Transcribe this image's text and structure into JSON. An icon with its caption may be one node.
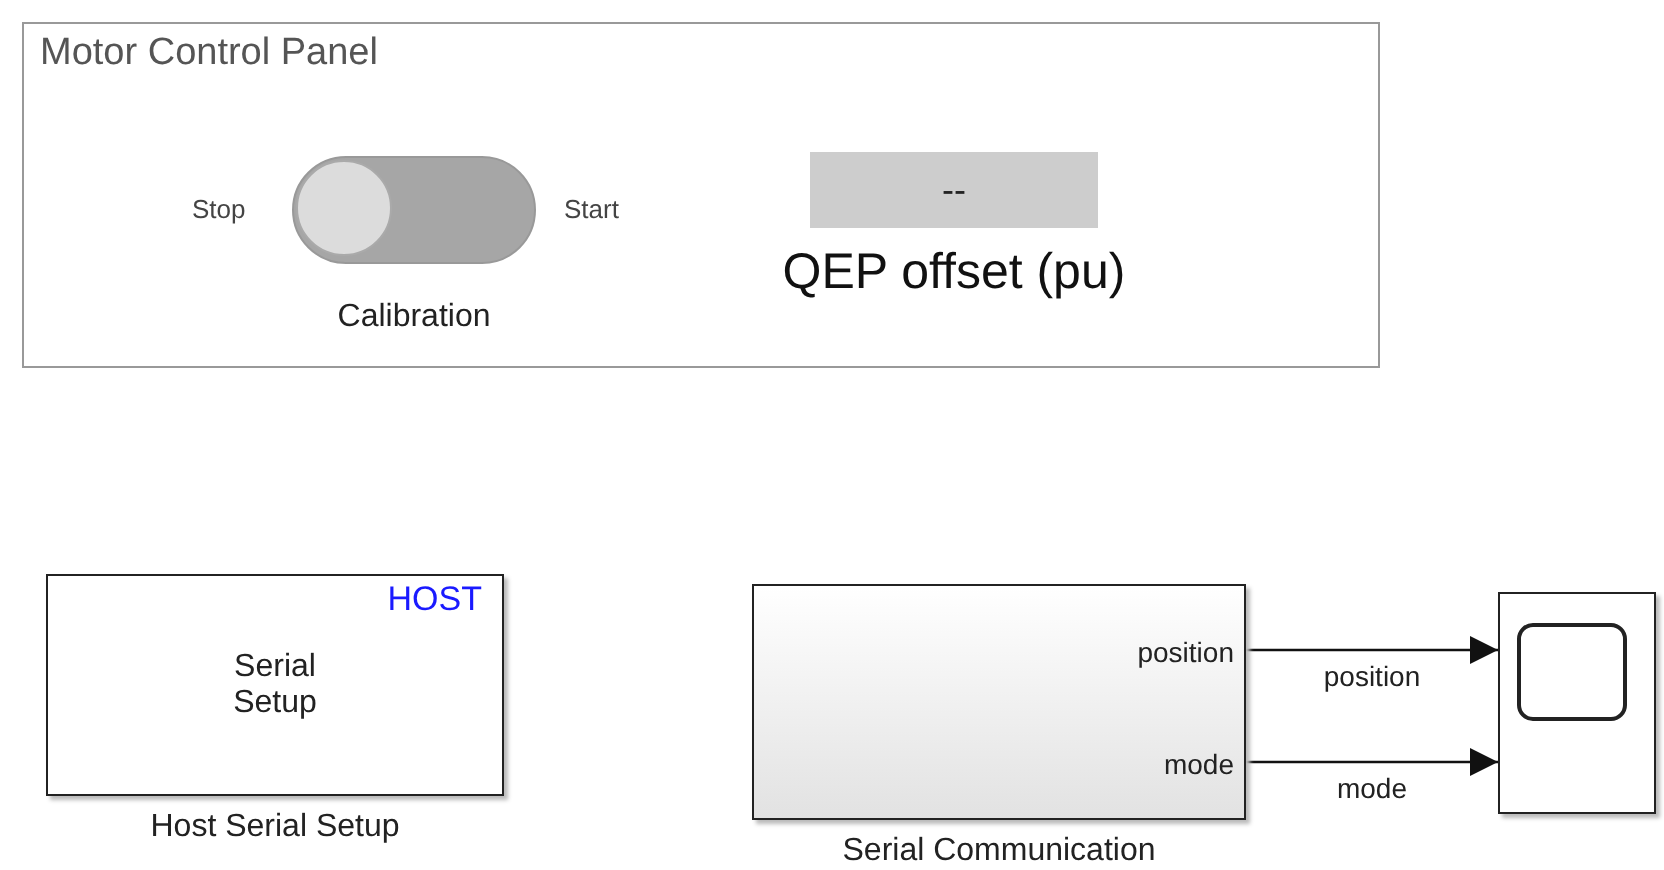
{
  "diagram": {
    "nodes": [
      {
        "text": [
          "Motor Control Panel"
        ]
      },
      {
        "text": [],
        "shape": "toggle",
        "in": 0,
        "beside": [
          "Stop",
          "Start",
          "Calibration"
        ]
      },
      {
        "text": [
          "--"
        ],
        "in": 0,
        "beside": [
          "QEP offset (pu)"
        ]
      },
      {
        "text": [
          "HOST",
          "Serial Setup"
        ],
        "beside": [
          "Host Serial Setup"
        ]
      },
      {
        "text": [
          "position",
          "mode"
        ],
        "beside": [
          "Serial Communication"
        ]
      },
      {
        "text": [],
        "shape": "box"
      }
    ],
    "edges": [
      {
        "from": 4,
        "to": 5,
        "arrow": "to",
        "label": "position"
      },
      {
        "from": 4,
        "to": 5,
        "arrow": "to",
        "label": "mode"
      }
    ]
  }
}
